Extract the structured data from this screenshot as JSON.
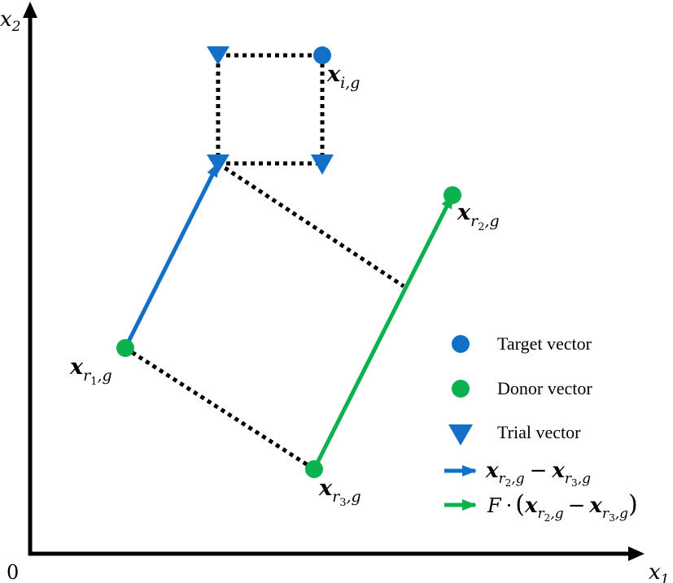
{
  "colors": {
    "blue": "#1270c6",
    "green": "#0bb04f",
    "black": "#000000"
  },
  "axes": {
    "x_label_base": "x",
    "x_label_sub": "1",
    "y_label_base": "x",
    "y_label_sub": "2",
    "origin_label": "0"
  },
  "points": {
    "target": {
      "base": "x",
      "sub": "i,g"
    },
    "r1": {
      "base": "x",
      "sub_r": "r",
      "sub_idx": "1",
      "sub_g": ",g"
    },
    "r2": {
      "base": "x",
      "sub_r": "r",
      "sub_idx": "2",
      "sub_g": ",g"
    },
    "r3": {
      "base": "x",
      "sub_r": "r",
      "sub_idx": "3",
      "sub_g": ",g"
    }
  },
  "legend": {
    "target_label": "Target vector",
    "donor_label": "Donor vector",
    "trial_label": "Trial vector",
    "diff_formula": {
      "x": "x",
      "r": "r",
      "idx2": "2",
      "idx3": "3",
      "g": ",g",
      "minus": "−"
    },
    "scaled_formula": {
      "F": "F",
      "dot": "·",
      "open": "(",
      "close": ")"
    },
    "marker_icons": [
      "circle-blue-icon",
      "circle-green-icon",
      "triangle-down-blue-icon",
      "arrow-blue-icon",
      "arrow-green-icon"
    ]
  }
}
